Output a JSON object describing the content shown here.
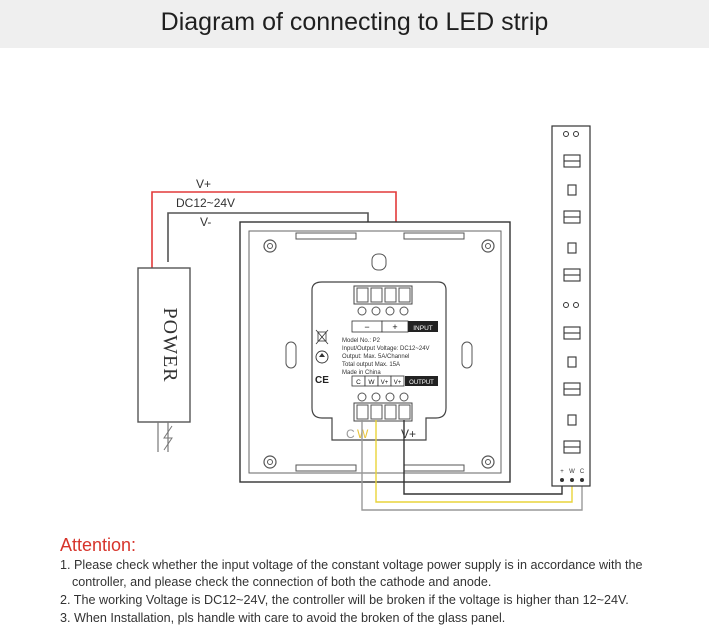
{
  "header": {
    "title": "Diagram of connecting to LED strip"
  },
  "wires": {
    "v_plus": "V+",
    "dc_range": "DC12~24V",
    "v_minus": "V-"
  },
  "power_box": {
    "label": "POWER"
  },
  "label_panel": {
    "input_minus": "−",
    "input_plus": "+",
    "input_tag": "INPUT",
    "model": "Model No.: P2",
    "io_voltage": "Input/Output Voltage: DC12~24V",
    "output_max": "Output: Max. 5A/Channel",
    "total_output": "Total output Max. 15A",
    "made_in": "Made in China",
    "out_c": "C",
    "out_w": "W",
    "out_v1": "V+",
    "out_v2": "V+",
    "output_tag": "OUTPUT",
    "ce_mark": "CE"
  },
  "output_labels": {
    "c": "C",
    "w": "W",
    "v_plus": "V+"
  },
  "strip_pins": [
    "+",
    "W",
    "C"
  ],
  "colors": {
    "red_wire": "#e23a3a",
    "gray_wire": "#555555",
    "yellow_wire": "#e9d43a",
    "accent": "#d7342b"
  },
  "attention": {
    "title": "Attention:",
    "note1_a": "1. Please check whether the input voltage of the constant voltage power supply is in accordance with the",
    "note1_b": "controller, and please check the connection of both the cathode and anode.",
    "note2": "2. The working Voltage is DC12~24V, the controller will be broken if the voltage is higher than 12~24V.",
    "note3": "3. When Installation, pls handle with care to avoid the broken of the glass panel."
  }
}
